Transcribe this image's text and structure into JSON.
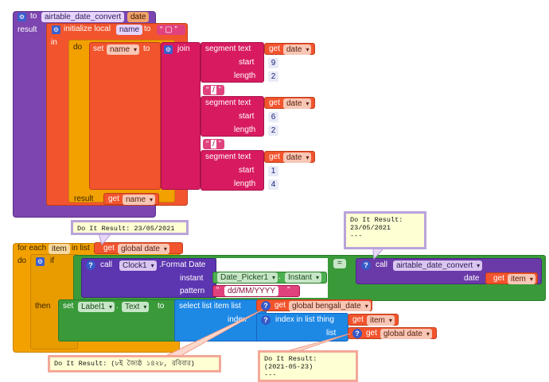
{
  "proc": {
    "to_label": "to",
    "proc_name": "airtable_date_convert",
    "param": "date",
    "result_label": "result",
    "init_local_label": "initialize local",
    "local_name": "name",
    "to2": "to",
    "in_label": "in",
    "do_label": "do",
    "set_label": "set",
    "set_var": "name",
    "to3": "to",
    "join_label": "join",
    "result2_label": "result",
    "get_label": "get",
    "get_var": "name"
  },
  "segments": [
    {
      "text_label": "segment text",
      "get_label": "get",
      "var": "date",
      "start_label": "start",
      "start": "9",
      "length_label": "length",
      "length": "2"
    },
    {
      "sep": "/"
    },
    {
      "text_label": "segment text",
      "get_label": "get",
      "var": "date",
      "start_label": "start",
      "start": "6",
      "length_label": "length",
      "length": "2"
    },
    {
      "sep": "/"
    },
    {
      "text_label": "segment text",
      "get_label": "get",
      "var": "date",
      "start_label": "start",
      "start": "1",
      "length_label": "length",
      "length": "4"
    }
  ],
  "loop": {
    "for_each_label": "for each",
    "item_var": "item",
    "in_list_label": "in list",
    "get_label": "get",
    "list_var": "global date",
    "do_label": "do",
    "if_label": "if",
    "call_label": "call",
    "clock_component": "Clock1",
    "format_method": ".Format Date",
    "instant_label": "instant",
    "date_picker": "Date_Picker1",
    "instant_prop": "Instant",
    "pattern_label": "pattern",
    "pattern_value": "dd/MM/YYYY",
    "eq_op": "=",
    "call2_label": "call",
    "call2_proc": "airtable_date_convert",
    "date_arg_label": "date",
    "get2_label": "get",
    "get2_var": "item",
    "then_label": "then",
    "set_label": "set",
    "label_component": "Label1",
    "label_prop": "Text",
    "to_label": "to",
    "select_label": "select list item  list",
    "get3_label": "get",
    "bengali_var": "global bengali_date",
    "index_label": "index",
    "index_in_list_label": "index in list  thing",
    "get4_label": "get",
    "get4_var": "item",
    "list_label": "list",
    "get5_label": "get",
    "get5_var": "global date"
  },
  "notes": {
    "n1": "Do It Result: 23/05/2021",
    "n2": "Do It Result:\n23/05/2021\n---",
    "n3": "Do It Result: (৮ই জ্যৈষ্ঠ ১৪২৮, রবিবার)",
    "n4": "Do It Result:\n(2021-05-23)\n---"
  }
}
